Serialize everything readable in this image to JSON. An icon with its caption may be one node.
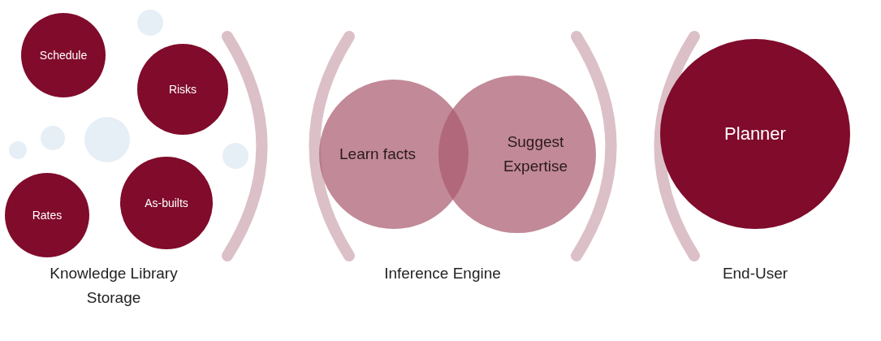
{
  "diagram": {
    "nodes": [
      {
        "text": [
          "Schedule"
        ]
      },
      {
        "text": [
          "Risks"
        ]
      },
      {
        "text": [
          "Rates"
        ]
      },
      {
        "text": [
          "As-builts"
        ]
      },
      {
        "text": [
          "Learn facts"
        ]
      },
      {
        "text": [
          "Suggest Expertise"
        ]
      },
      {
        "text": [
          "Planner"
        ]
      }
    ],
    "labels": [
      "Knowledge Library Storage",
      "Inference Engine",
      "End-User"
    ]
  }
}
